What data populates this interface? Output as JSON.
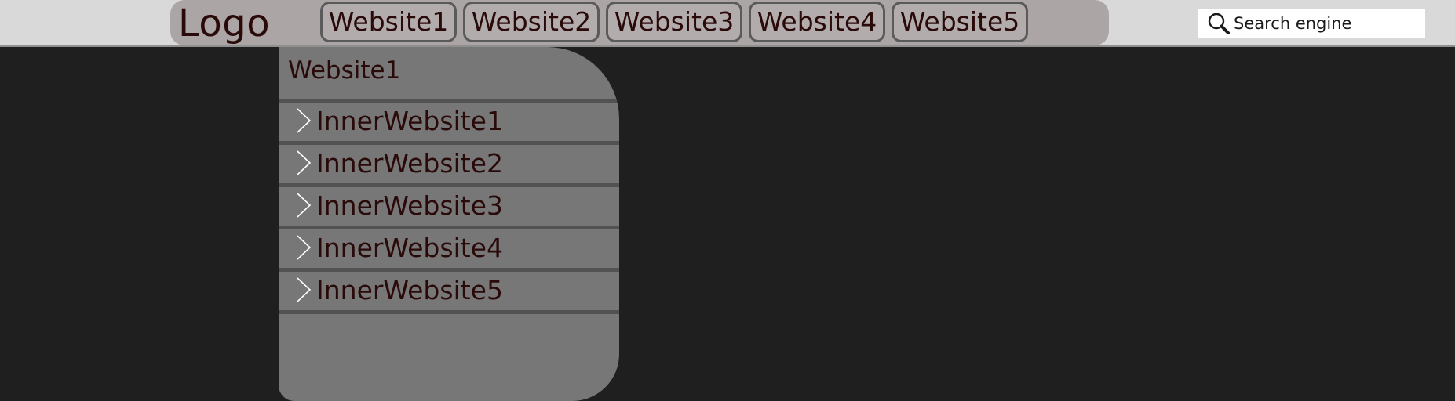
{
  "header": {
    "logo": "Logo",
    "nav": [
      {
        "label": "Website1"
      },
      {
        "label": "Website2"
      },
      {
        "label": "Website3"
      },
      {
        "label": "Website4"
      },
      {
        "label": "Website5"
      }
    ],
    "search": {
      "placeholder": "Search engine",
      "icon": "search-icon"
    }
  },
  "dropdown": {
    "title": "Website1",
    "items": [
      {
        "label": "InnerWebsite1",
        "icon": "chevron-right-icon"
      },
      {
        "label": "InnerWebsite2",
        "icon": "chevron-right-icon"
      },
      {
        "label": "InnerWebsite3",
        "icon": "chevron-right-icon"
      },
      {
        "label": "InnerWebsite4",
        "icon": "chevron-right-icon"
      },
      {
        "label": "InnerWebsite5",
        "icon": "chevron-right-icon"
      }
    ]
  },
  "colors": {
    "page_background": "#1f1f1f",
    "topbar": "#d9d9d9",
    "nav_panel": "#aba5a5",
    "dropdown": "#777777",
    "text": "#2a0909"
  }
}
